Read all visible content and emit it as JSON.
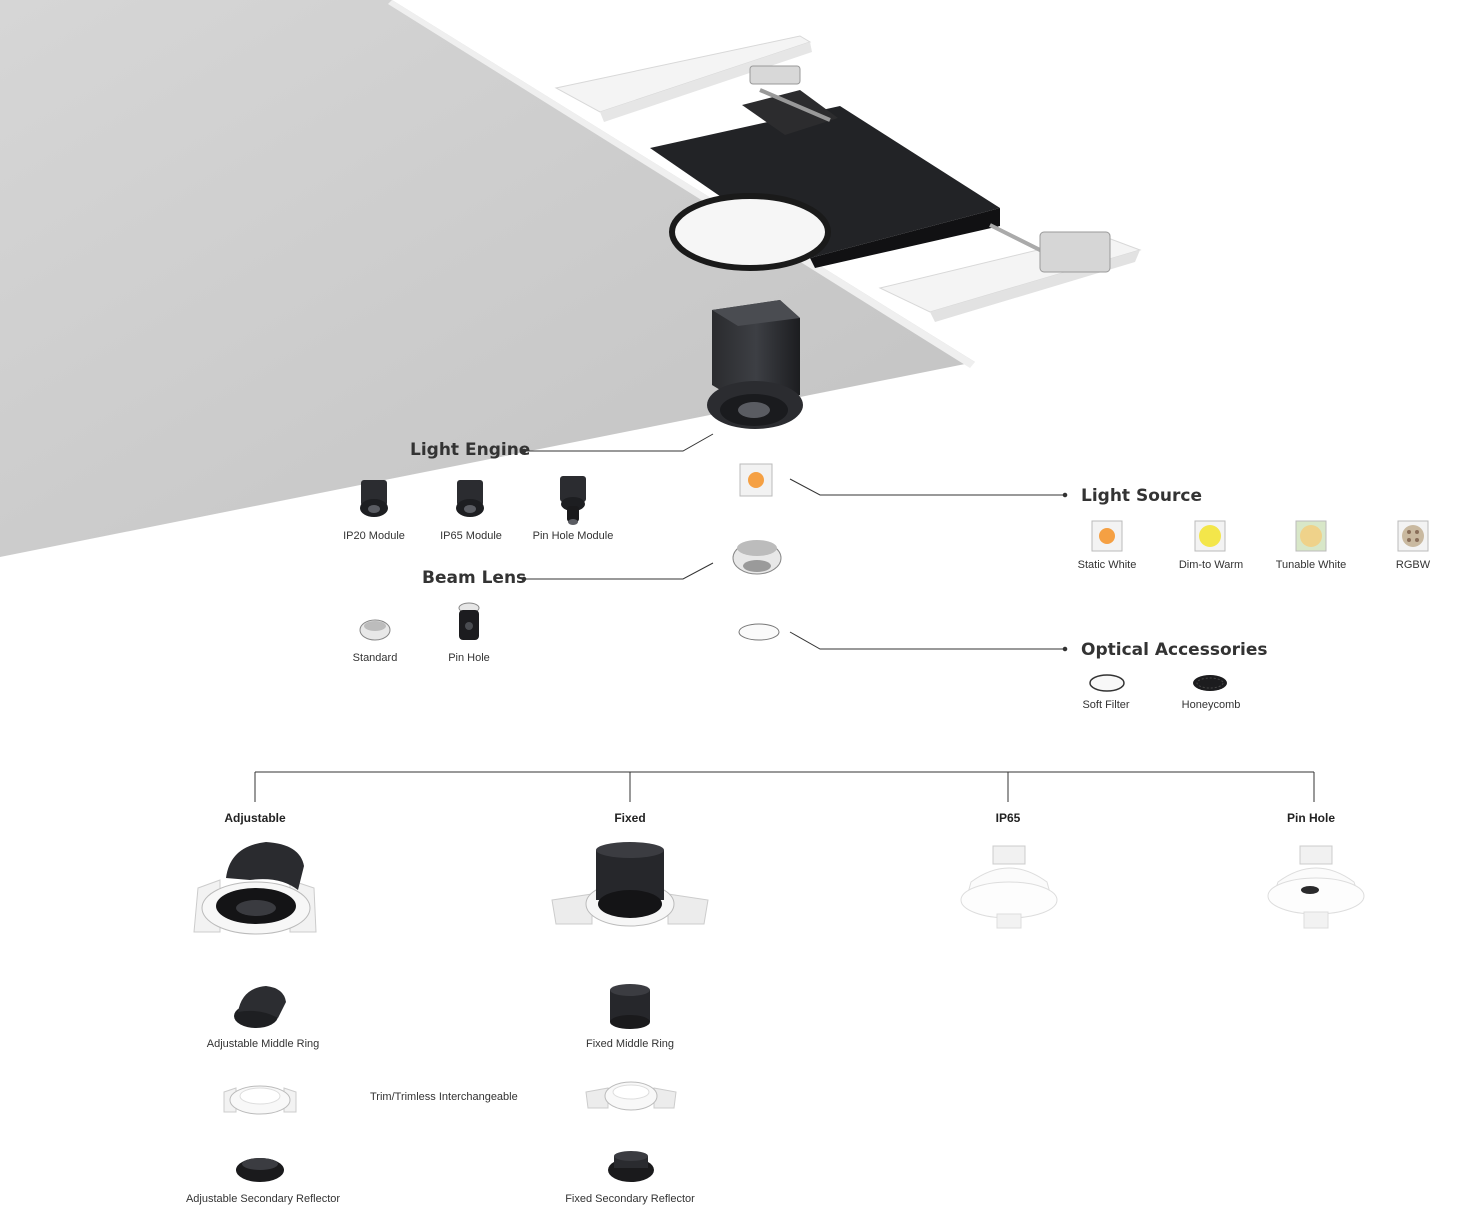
{
  "light_engine": {
    "title": "Light Engine",
    "options": [
      {
        "label": "IP20 Module",
        "icon": "ip20-module-icon"
      },
      {
        "label": "IP65 Module",
        "icon": "ip65-module-icon"
      },
      {
        "label": "Pin Hole Module",
        "icon": "pin-hole-module-icon"
      }
    ]
  },
  "beam_lens": {
    "title": "Beam Lens",
    "options": [
      {
        "label": "Standard",
        "icon": "standard-lens-icon"
      },
      {
        "label": "Pin Hole",
        "icon": "pin-hole-lens-icon"
      }
    ]
  },
  "light_source": {
    "title": "Light Source",
    "options": [
      {
        "label": "Static White",
        "color": "#f5a043"
      },
      {
        "label": "Dim-to Warm",
        "color": "#f3e64a"
      },
      {
        "label": "Tunable White",
        "color": "#efd28a"
      },
      {
        "label": "RGBW",
        "color": "#c9b9a0"
      }
    ]
  },
  "optical_accessories": {
    "title": "Optical Accessories",
    "options": [
      {
        "label": "Soft Filter",
        "icon": "soft-filter-icon"
      },
      {
        "label": "Honeycomb",
        "icon": "honeycomb-icon"
      }
    ]
  },
  "trims": {
    "categories": [
      {
        "label": "Adjustable"
      },
      {
        "label": "Fixed"
      },
      {
        "label": "IP65"
      },
      {
        "label": "Pin Hole"
      }
    ],
    "adjustable_parts": [
      "Adjustable Middle Ring",
      "Adjustable Secondary Reflector"
    ],
    "fixed_parts": [
      "Fixed Middle Ring",
      "Fixed Secondary Reflector"
    ],
    "interchangeable_label": "Trim/Trimless Interchangeable"
  },
  "colors": {
    "ceiling": "#cfcfcf",
    "housing": "#1f1f21",
    "line": "#333333"
  }
}
